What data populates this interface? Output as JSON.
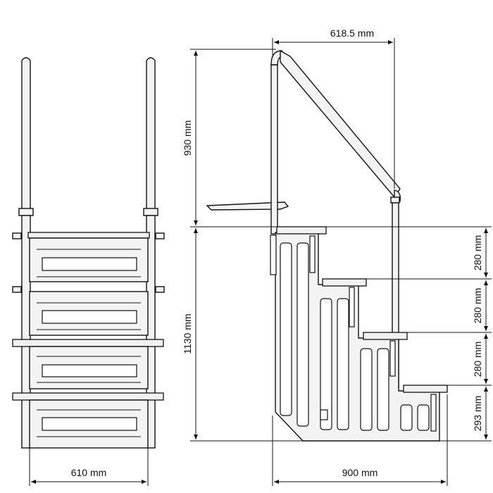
{
  "dimensions": {
    "front_width": "610 mm",
    "side_depth": "900 mm",
    "handrail_reach": "618.5 mm",
    "handrail_height": "930 mm",
    "total_stair_height": "1130 mm",
    "step_rise_1": "280 mm",
    "step_rise_2": "280 mm",
    "step_rise_3": "280 mm",
    "step_rise_4": "293 mm"
  },
  "colors": {
    "line": "#111111",
    "fill": "#f3f3f3",
    "background": "#ffffff"
  }
}
